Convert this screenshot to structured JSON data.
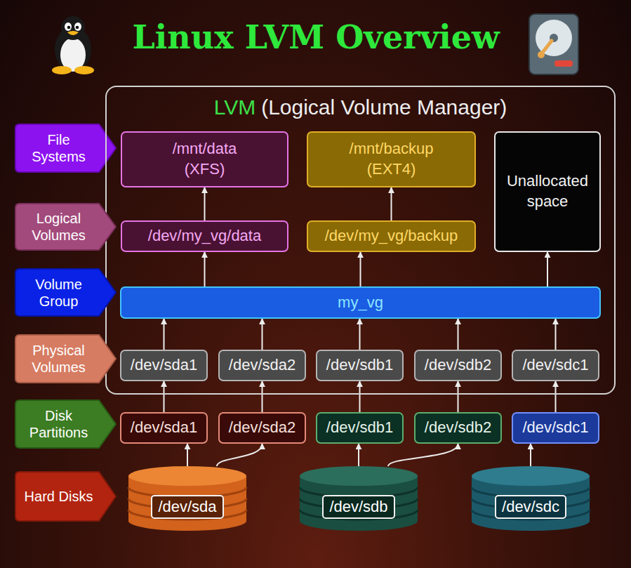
{
  "diagram": {
    "title": "Linux LVM Overview",
    "nodes": [
      {
        "text": [
          "File Systems"
        ]
      },
      {
        "text": [
          "LVM",
          "(Logical Volume Manager)"
        ]
      },
      {
        "text": [
          "/mnt/data",
          "(XFS)"
        ],
        "in": 1
      },
      {
        "text": [
          "/mnt/backup",
          "(EXT4)"
        ],
        "in": 1
      },
      {
        "text": [
          "Unallocated space"
        ],
        "in": 1
      },
      {
        "text": [
          "Logical Volumes"
        ]
      },
      {
        "text": [
          "/dev/my_vg/data"
        ],
        "in": 1
      },
      {
        "text": [
          "/dev/my_vg/backup"
        ],
        "in": 1
      },
      {
        "text": [
          "Volume Group"
        ]
      },
      {
        "text": [
          "my_vg"
        ],
        "in": 1
      },
      {
        "text": [
          "Physical Volumes"
        ]
      },
      {
        "text": [
          "/dev/sda1"
        ],
        "in": 1
      },
      {
        "text": [
          "/dev/sda2"
        ],
        "in": 1
      },
      {
        "text": [
          "/dev/sdb1"
        ],
        "in": 1
      },
      {
        "text": [
          "/dev/sdb2"
        ],
        "in": 1
      },
      {
        "text": [
          "/dev/sdc1"
        ],
        "in": 1
      },
      {
        "text": [
          "Disk Partitions"
        ]
      },
      {
        "text": [
          "/dev/sda1"
        ]
      },
      {
        "text": [
          "/dev/sda2"
        ]
      },
      {
        "text": [
          "/dev/sdb1"
        ]
      },
      {
        "text": [
          "/dev/sdb2"
        ]
      },
      {
        "text": [
          "/dev/sdc1"
        ]
      },
      {
        "text": [
          "Hard Disks"
        ]
      },
      {
        "text": [
          "/dev/sda"
        ]
      },
      {
        "text": [
          "/dev/sdb"
        ]
      },
      {
        "text": [
          "/dev/sdc"
        ]
      }
    ],
    "edges": [
      {
        "from": 6,
        "to": 2,
        "arrow": "to"
      },
      {
        "from": 7,
        "to": 3,
        "arrow": "to"
      },
      {
        "from": 9,
        "to": 6,
        "arrow": "to"
      },
      {
        "from": 9,
        "to": 7,
        "arrow": "to"
      },
      {
        "from": 9,
        "to": 4,
        "arrow": "to"
      },
      {
        "from": 11,
        "to": 9,
        "arrow": "to"
      },
      {
        "from": 12,
        "to": 9,
        "arrow": "to"
      },
      {
        "from": 13,
        "to": 9,
        "arrow": "to"
      },
      {
        "from": 14,
        "to": 9,
        "arrow": "to"
      },
      {
        "from": 15,
        "to": 9,
        "arrow": "to"
      },
      {
        "from": 17,
        "to": 11,
        "arrow": "to"
      },
      {
        "from": 18,
        "to": 12,
        "arrow": "to"
      },
      {
        "from": 19,
        "to": 13,
        "arrow": "to"
      },
      {
        "from": 20,
        "to": 14,
        "arrow": "to"
      },
      {
        "from": 21,
        "to": 15,
        "arrow": "to"
      },
      {
        "from": 23,
        "to": 17,
        "arrow": "to"
      },
      {
        "from": 23,
        "to": 18,
        "arrow": "to"
      },
      {
        "from": 24,
        "to": 19,
        "arrow": "to"
      },
      {
        "from": 24,
        "to": 20,
        "arrow": "to"
      },
      {
        "from": 25,
        "to": 21,
        "arrow": "to"
      }
    ]
  }
}
